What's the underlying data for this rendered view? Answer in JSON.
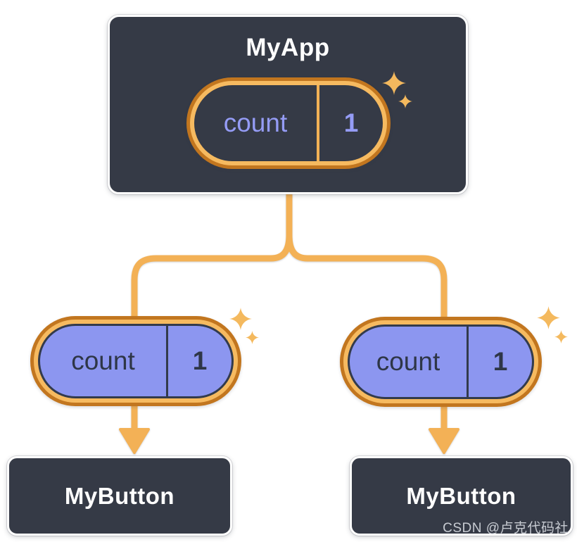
{
  "nodes": {
    "root": {
      "title": "MyApp",
      "prop": {
        "name": "count",
        "value": "1"
      }
    },
    "child_left": {
      "title": "MyButton",
      "prop": {
        "name": "count",
        "value": "1"
      }
    },
    "child_right": {
      "title": "MyButton",
      "prop": {
        "name": "count",
        "value": "1"
      }
    }
  },
  "watermark": {
    "text": "CSDN @卢克代码社"
  },
  "colors": {
    "card_background": "#353a46",
    "card_border": "#ffffff",
    "pill_ring_outer": "#c2761f",
    "pill_ring_inner": "#f6ba60",
    "pill_fill_child": "#8c96f0",
    "pill_text_on_dark": "#959cf6",
    "pill_text_on_light": "#2e3647",
    "pill_divider_dark_pill": "#f2b155",
    "pill_divider_light_pill": "#333b4c",
    "connector": "#f3b156",
    "sparkle": "#f4b95e",
    "title_text": "#ffffff",
    "watermark_text": "#c7cbd2",
    "background": "#ffffff"
  }
}
